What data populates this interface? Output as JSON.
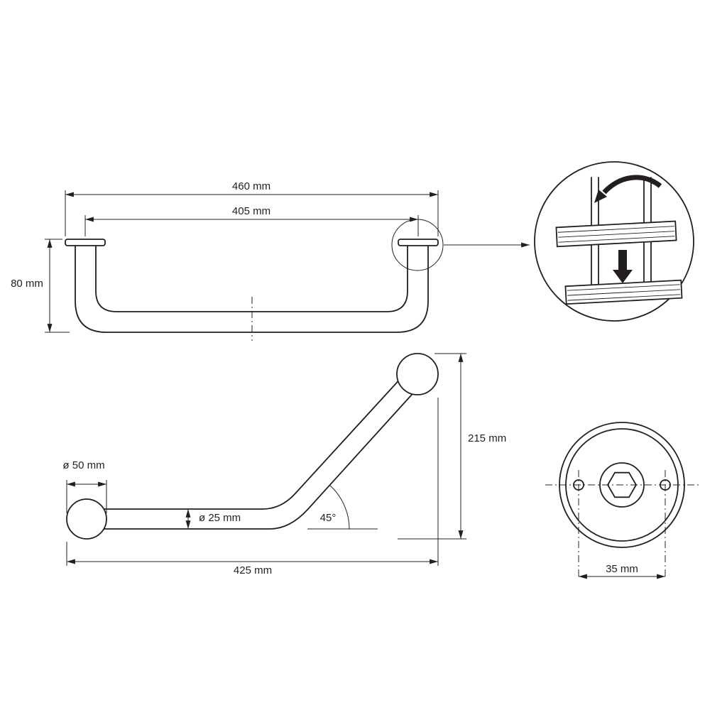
{
  "drawing": {
    "line_color": "#231f20",
    "background": "#ffffff",
    "type": "technical-drawing-grab-bar"
  },
  "side_view": {
    "overall_width": "460 mm",
    "mount_spacing": "405 mm",
    "height": "80 mm"
  },
  "angled_view": {
    "flange_diameter": "ø 50 mm",
    "tube_diameter": "ø 25 mm",
    "bend_angle": "45°",
    "height": "215 mm",
    "length": "425 mm"
  },
  "flange_view": {
    "hole_spacing": "35 mm"
  }
}
